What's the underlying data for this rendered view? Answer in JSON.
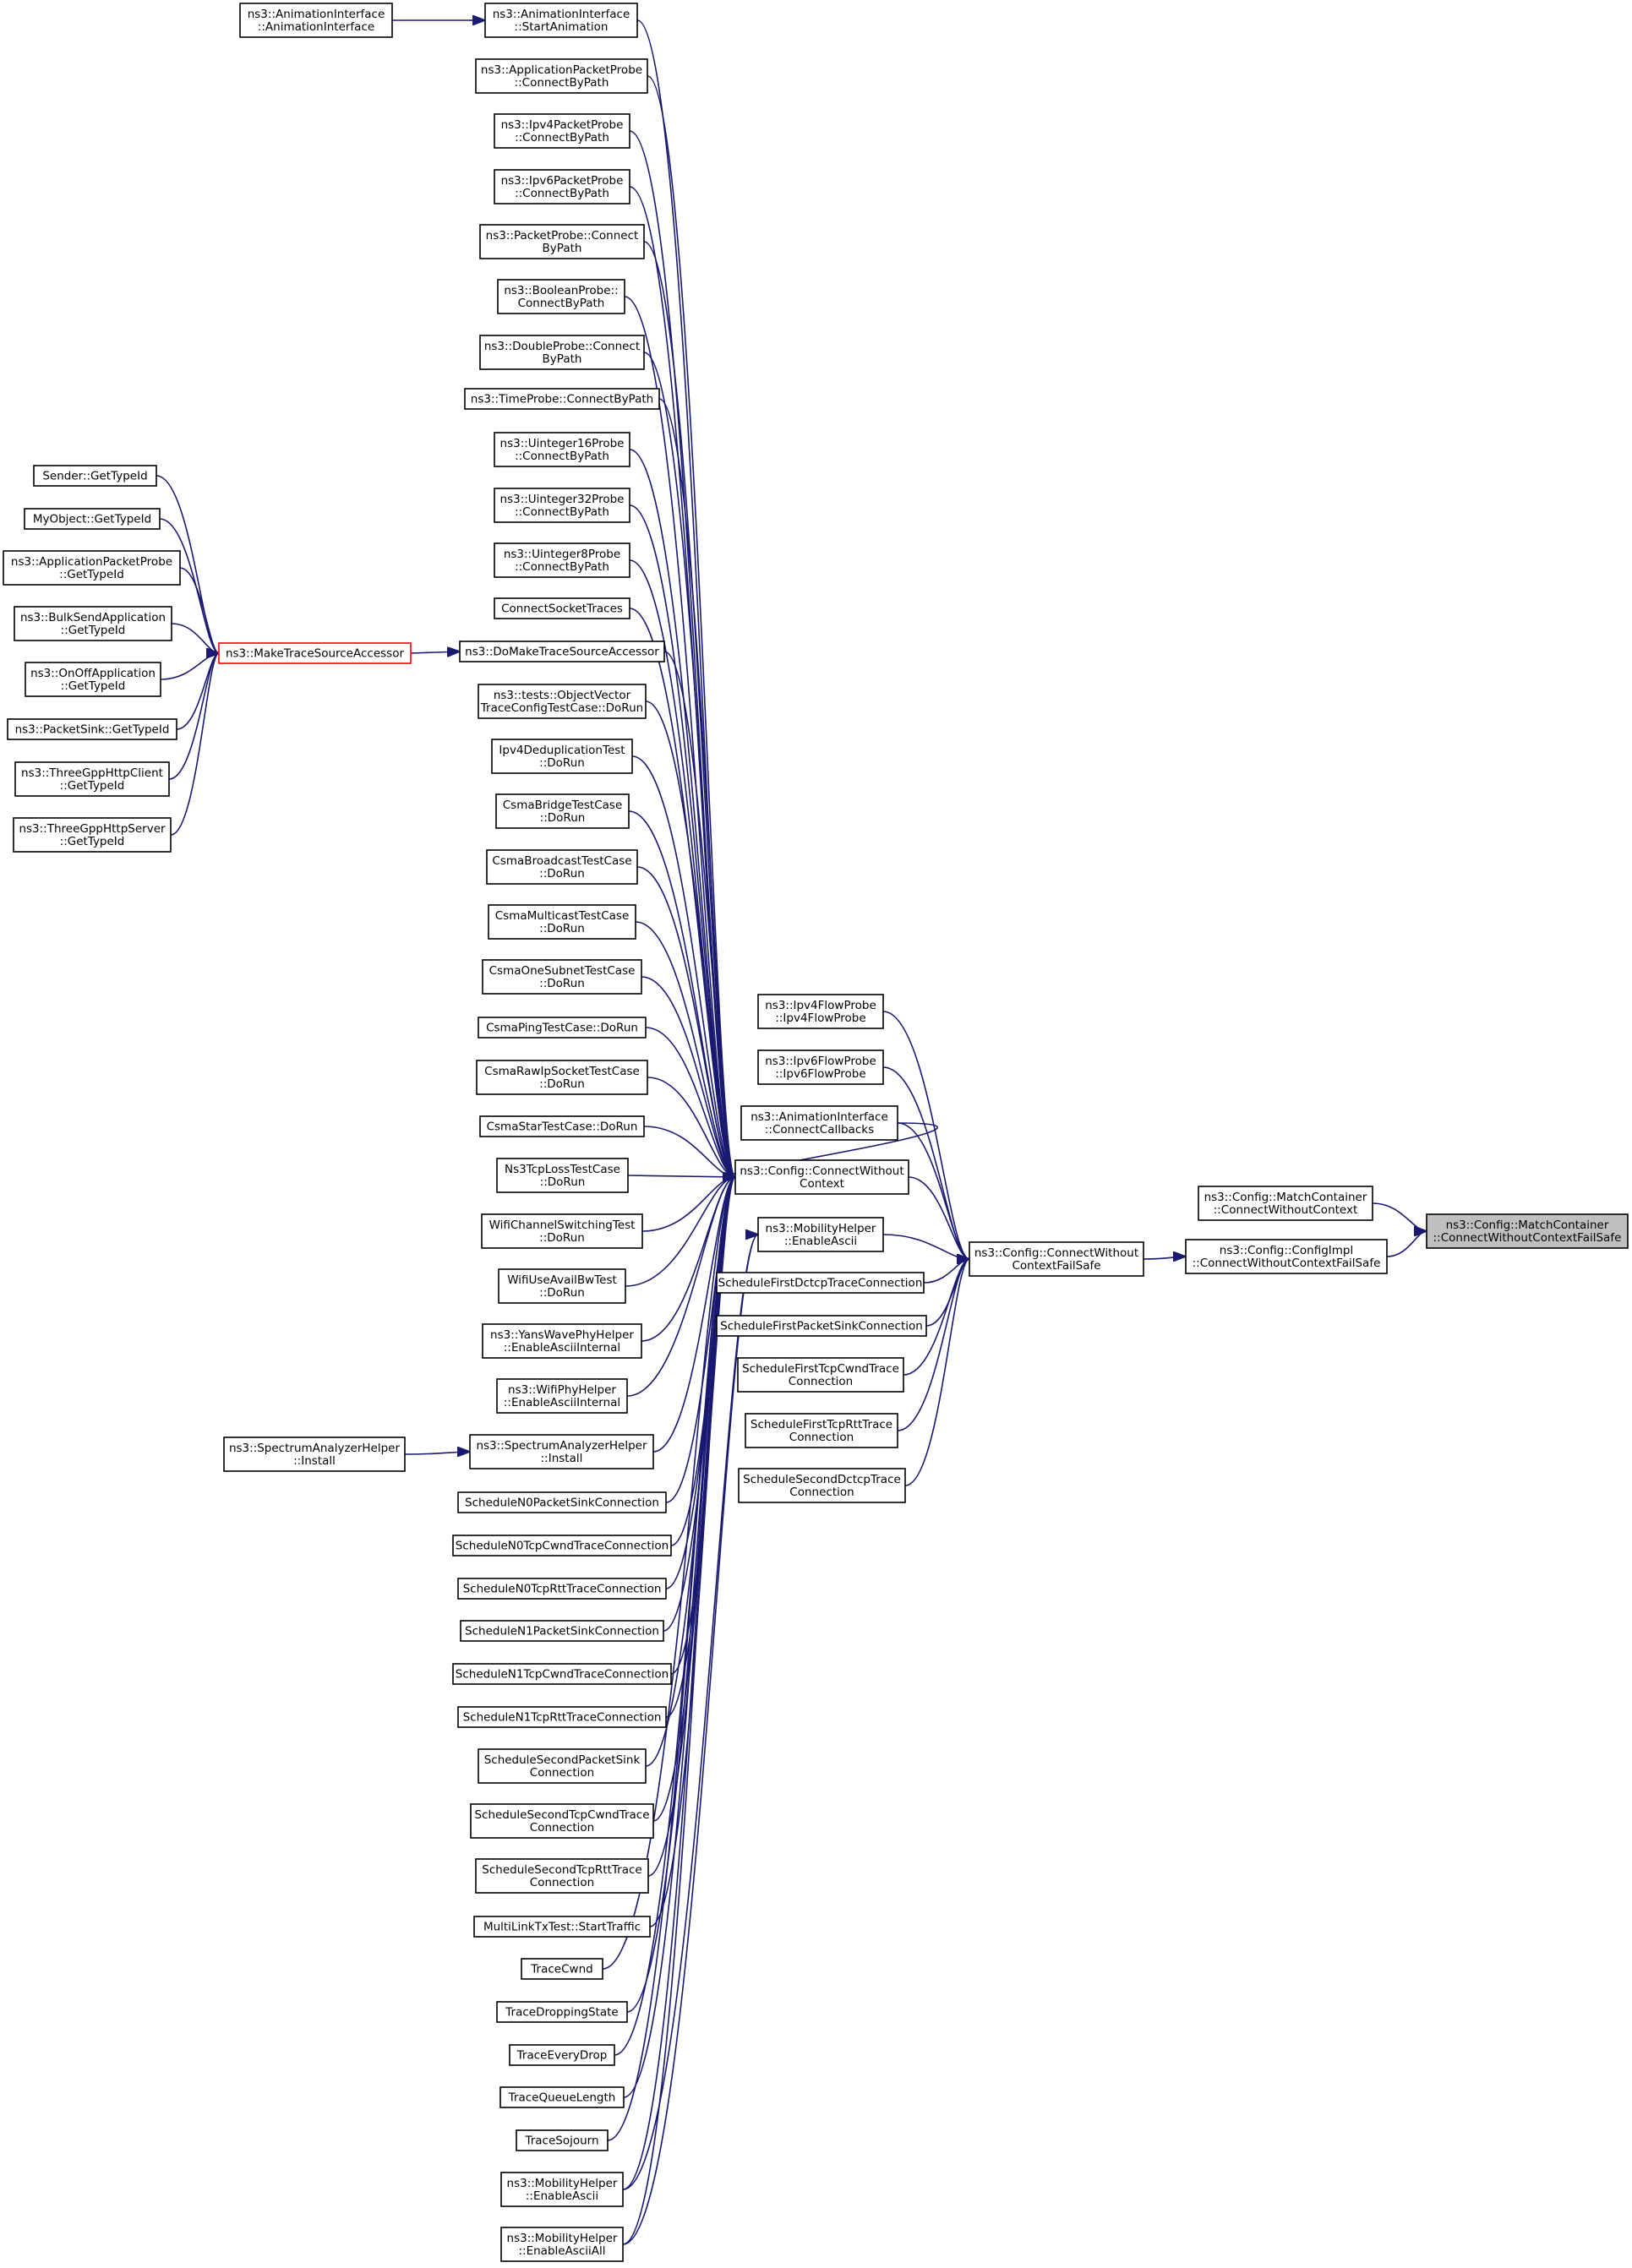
{
  "nodes": [
    {
      "id": "n0",
      "lines": [
        "ns3::Config::MatchContainer",
        "::ConnectWithoutContextFailSafe"
      ],
      "highlight": true
    },
    {
      "id": "n1",
      "lines": [
        "ns3::Config::MatchContainer",
        "::ConnectWithoutContext"
      ]
    },
    {
      "id": "n2",
      "lines": [
        "ns3::Config::ConfigImpl",
        "::ConnectWithoutContextFailSafe"
      ]
    },
    {
      "id": "n3",
      "lines": [
        "ns3::Config::ConnectWithout",
        "ContextFailSafe"
      ]
    },
    {
      "id": "n4",
      "lines": [
        "ns3::Ipv4FlowProbe",
        "::Ipv4FlowProbe"
      ]
    },
    {
      "id": "n5",
      "lines": [
        "ns3::Ipv6FlowProbe",
        "::Ipv6FlowProbe"
      ]
    },
    {
      "id": "n6",
      "lines": [
        "ns3::AnimationInterface",
        "::ConnectCallbacks"
      ]
    },
    {
      "id": "n7",
      "lines": [
        "ns3::Config::ConnectWithout",
        "Context"
      ]
    },
    {
      "id": "n8",
      "lines": [
        "ns3::MobilityHelper",
        "::EnableAscii"
      ]
    },
    {
      "id": "n9",
      "lines": [
        "ScheduleFirstDctcpTraceConnection"
      ]
    },
    {
      "id": "n10",
      "lines": [
        "ScheduleFirstPacketSinkConnection"
      ]
    },
    {
      "id": "n11",
      "lines": [
        "ScheduleFirstTcpCwndTrace",
        "Connection"
      ]
    },
    {
      "id": "n12",
      "lines": [
        "ScheduleFirstTcpRttTrace",
        "Connection"
      ]
    },
    {
      "id": "n13",
      "lines": [
        "ScheduleSecondDctcpTrace",
        "Connection"
      ]
    },
    {
      "id": "n14",
      "lines": [
        "ns3::AnimationInterface",
        "::StartAnimation"
      ]
    },
    {
      "id": "n15",
      "lines": [
        "ns3::ApplicationPacketProbe",
        "::ConnectByPath"
      ]
    },
    {
      "id": "n16",
      "lines": [
        "ns3::Ipv4PacketProbe",
        "::ConnectByPath"
      ]
    },
    {
      "id": "n17",
      "lines": [
        "ns3::Ipv6PacketProbe",
        "::ConnectByPath"
      ]
    },
    {
      "id": "n18",
      "lines": [
        "ns3::PacketProbe::Connect",
        "ByPath"
      ]
    },
    {
      "id": "n19",
      "lines": [
        "ns3::BooleanProbe::",
        "ConnectByPath"
      ]
    },
    {
      "id": "n20",
      "lines": [
        "ns3::DoubleProbe::Connect",
        "ByPath"
      ]
    },
    {
      "id": "n21",
      "lines": [
        "ns3::TimeProbe::ConnectByPath"
      ]
    },
    {
      "id": "n22",
      "lines": [
        "ns3::Uinteger16Probe",
        "::ConnectByPath"
      ]
    },
    {
      "id": "n23",
      "lines": [
        "ns3::Uinteger32Probe",
        "::ConnectByPath"
      ]
    },
    {
      "id": "n24",
      "lines": [
        "ns3::Uinteger8Probe",
        "::ConnectByPath"
      ]
    },
    {
      "id": "n25",
      "lines": [
        "ConnectSocketTraces"
      ]
    },
    {
      "id": "n26",
      "lines": [
        "ns3::DoMakeTraceSourceAccessor"
      ]
    },
    {
      "id": "n27",
      "lines": [
        "ns3::tests::ObjectVector",
        "TraceConfigTestCase::DoRun"
      ]
    },
    {
      "id": "n28",
      "lines": [
        "Ipv4DeduplicationTest",
        "::DoRun"
      ]
    },
    {
      "id": "n29",
      "lines": [
        "CsmaBridgeTestCase",
        "::DoRun"
      ]
    },
    {
      "id": "n30",
      "lines": [
        "CsmaBroadcastTestCase",
        "::DoRun"
      ]
    },
    {
      "id": "n31",
      "lines": [
        "CsmaMulticastTestCase",
        "::DoRun"
      ]
    },
    {
      "id": "n32",
      "lines": [
        "CsmaOneSubnetTestCase",
        "::DoRun"
      ]
    },
    {
      "id": "n33",
      "lines": [
        "CsmaPingTestCase::DoRun"
      ]
    },
    {
      "id": "n34",
      "lines": [
        "CsmaRawIpSocketTestCase",
        "::DoRun"
      ]
    },
    {
      "id": "n35",
      "lines": [
        "CsmaStarTestCase::DoRun"
      ]
    },
    {
      "id": "n36",
      "lines": [
        "Ns3TcpLossTestCase",
        "::DoRun"
      ]
    },
    {
      "id": "n37",
      "lines": [
        "WifiChannelSwitchingTest",
        "::DoRun"
      ]
    },
    {
      "id": "n38",
      "lines": [
        "WifiUseAvailBwTest",
        "::DoRun"
      ]
    },
    {
      "id": "n39",
      "lines": [
        "ns3::YansWavePhyHelper",
        "::EnableAsciiInternal"
      ]
    },
    {
      "id": "n40",
      "lines": [
        "ns3::WifiPhyHelper",
        "::EnableAsciiInternal"
      ]
    },
    {
      "id": "n41",
      "lines": [
        "ns3::SpectrumAnalyzerHelper",
        "::Install"
      ]
    },
    {
      "id": "n42",
      "lines": [
        "ScheduleN0PacketSinkConnection"
      ]
    },
    {
      "id": "n43",
      "lines": [
        "ScheduleN0TcpCwndTraceConnection"
      ]
    },
    {
      "id": "n44",
      "lines": [
        "ScheduleN0TcpRttTraceConnection"
      ]
    },
    {
      "id": "n45",
      "lines": [
        "ScheduleN1PacketSinkConnection"
      ]
    },
    {
      "id": "n46",
      "lines": [
        "ScheduleN1TcpCwndTraceConnection"
      ]
    },
    {
      "id": "n47",
      "lines": [
        "ScheduleN1TcpRttTraceConnection"
      ]
    },
    {
      "id": "n48",
      "lines": [
        "ScheduleSecondPacketSink",
        "Connection"
      ]
    },
    {
      "id": "n49",
      "lines": [
        "ScheduleSecondTcpCwndTrace",
        "Connection"
      ]
    },
    {
      "id": "n50",
      "lines": [
        "ScheduleSecondTcpRttTrace",
        "Connection"
      ]
    },
    {
      "id": "n51",
      "lines": [
        "MultiLinkTxTest::StartTraffic"
      ]
    },
    {
      "id": "n52",
      "lines": [
        "TraceCwnd"
      ]
    },
    {
      "id": "n53",
      "lines": [
        "TraceDroppingState"
      ]
    },
    {
      "id": "n54",
      "lines": [
        "TraceEveryDrop"
      ]
    },
    {
      "id": "n55",
      "lines": [
        "TraceQueueLength"
      ]
    },
    {
      "id": "n56",
      "lines": [
        "TraceSojourn"
      ]
    },
    {
      "id": "n57",
      "lines": [
        "ns3::MobilityHelper",
        "::EnableAscii"
      ]
    },
    {
      "id": "n58",
      "lines": [
        "ns3::MobilityHelper",
        "::EnableAsciiAll"
      ]
    },
    {
      "id": "n59",
      "lines": [
        "ns3::AnimationInterface",
        "::AnimationInterface"
      ]
    },
    {
      "id": "n60",
      "lines": [
        "ns3::MakeTraceSourceAccessor"
      ],
      "border": "red"
    },
    {
      "id": "n61",
      "lines": [
        "ns3::SpectrumAnalyzerHelper",
        "::Install"
      ]
    },
    {
      "id": "n62",
      "lines": [
        "Sender::GetTypeId"
      ]
    },
    {
      "id": "n63",
      "lines": [
        "MyObject::GetTypeId"
      ]
    },
    {
      "id": "n64",
      "lines": [
        "ns3::ApplicationPacketProbe",
        "::GetTypeId"
      ]
    },
    {
      "id": "n65",
      "lines": [
        "ns3::BulkSendApplication",
        "::GetTypeId"
      ]
    },
    {
      "id": "n66",
      "lines": [
        "ns3::OnOffApplication",
        "::GetTypeId"
      ]
    },
    {
      "id": "n67",
      "lines": [
        "ns3::PacketSink::GetTypeId"
      ]
    },
    {
      "id": "n68",
      "lines": [
        "ns3::ThreeGppHttpClient",
        "::GetTypeId"
      ]
    },
    {
      "id": "n69",
      "lines": [
        "ns3::ThreeGppHttpServer",
        "::GetTypeId"
      ]
    }
  ],
  "edges": [
    {
      "from": "n1",
      "to": "n0"
    },
    {
      "from": "n2",
      "to": "n0"
    },
    {
      "from": "n3",
      "to": "n2"
    },
    {
      "from": "n4",
      "to": "n3"
    },
    {
      "from": "n5",
      "to": "n3"
    },
    {
      "from": "n6",
      "to": "n3"
    },
    {
      "from": "n7",
      "to": "n3"
    },
    {
      "from": "n8",
      "to": "n3"
    },
    {
      "from": "n9",
      "to": "n3"
    },
    {
      "from": "n10",
      "to": "n3"
    },
    {
      "from": "n11",
      "to": "n3"
    },
    {
      "from": "n12",
      "to": "n3"
    },
    {
      "from": "n13",
      "to": "n3"
    },
    {
      "from": "n14",
      "to": "n7"
    },
    {
      "from": "n15",
      "to": "n7"
    },
    {
      "from": "n16",
      "to": "n7"
    },
    {
      "from": "n17",
      "to": "n7"
    },
    {
      "from": "n18",
      "to": "n7"
    },
    {
      "from": "n19",
      "to": "n7"
    },
    {
      "from": "n20",
      "to": "n7"
    },
    {
      "from": "n21",
      "to": "n7"
    },
    {
      "from": "n22",
      "to": "n7"
    },
    {
      "from": "n23",
      "to": "n7"
    },
    {
      "from": "n24",
      "to": "n7"
    },
    {
      "from": "n25",
      "to": "n7"
    },
    {
      "from": "n26",
      "to": "n7"
    },
    {
      "from": "n27",
      "to": "n7"
    },
    {
      "from": "n28",
      "to": "n7"
    },
    {
      "from": "n29",
      "to": "n7"
    },
    {
      "from": "n30",
      "to": "n7"
    },
    {
      "from": "n31",
      "to": "n7"
    },
    {
      "from": "n32",
      "to": "n7"
    },
    {
      "from": "n33",
      "to": "n7"
    },
    {
      "from": "n34",
      "to": "n7"
    },
    {
      "from": "n35",
      "to": "n7"
    },
    {
      "from": "n36",
      "to": "n7"
    },
    {
      "from": "n37",
      "to": "n7"
    },
    {
      "from": "n38",
      "to": "n7"
    },
    {
      "from": "n39",
      "to": "n7"
    },
    {
      "from": "n40",
      "to": "n7"
    },
    {
      "from": "n41",
      "to": "n7"
    },
    {
      "from": "n42",
      "to": "n7"
    },
    {
      "from": "n43",
      "to": "n7"
    },
    {
      "from": "n44",
      "to": "n7"
    },
    {
      "from": "n45",
      "to": "n7"
    },
    {
      "from": "n46",
      "to": "n7"
    },
    {
      "from": "n47",
      "to": "n7"
    },
    {
      "from": "n48",
      "to": "n7"
    },
    {
      "from": "n49",
      "to": "n7"
    },
    {
      "from": "n50",
      "to": "n7"
    },
    {
      "from": "n51",
      "to": "n7"
    },
    {
      "from": "n52",
      "to": "n7"
    },
    {
      "from": "n53",
      "to": "n7"
    },
    {
      "from": "n54",
      "to": "n7"
    },
    {
      "from": "n55",
      "to": "n7"
    },
    {
      "from": "n56",
      "to": "n7"
    },
    {
      "from": "n57",
      "to": "n7"
    },
    {
      "from": "n58",
      "to": "n7"
    },
    {
      "from": "n57",
      "to": "n8"
    },
    {
      "from": "n58",
      "to": "n8"
    },
    {
      "from": "n6",
      "to": "n7"
    },
    {
      "from": "n59",
      "to": "n14"
    },
    {
      "from": "n60",
      "to": "n26"
    },
    {
      "from": "n61",
      "to": "n41"
    },
    {
      "from": "n62",
      "to": "n60"
    },
    {
      "from": "n63",
      "to": "n60"
    },
    {
      "from": "n64",
      "to": "n60"
    },
    {
      "from": "n65",
      "to": "n60"
    },
    {
      "from": "n66",
      "to": "n60"
    },
    {
      "from": "n67",
      "to": "n60"
    },
    {
      "from": "n68",
      "to": "n60"
    },
    {
      "from": "n69",
      "to": "n60"
    }
  ]
}
